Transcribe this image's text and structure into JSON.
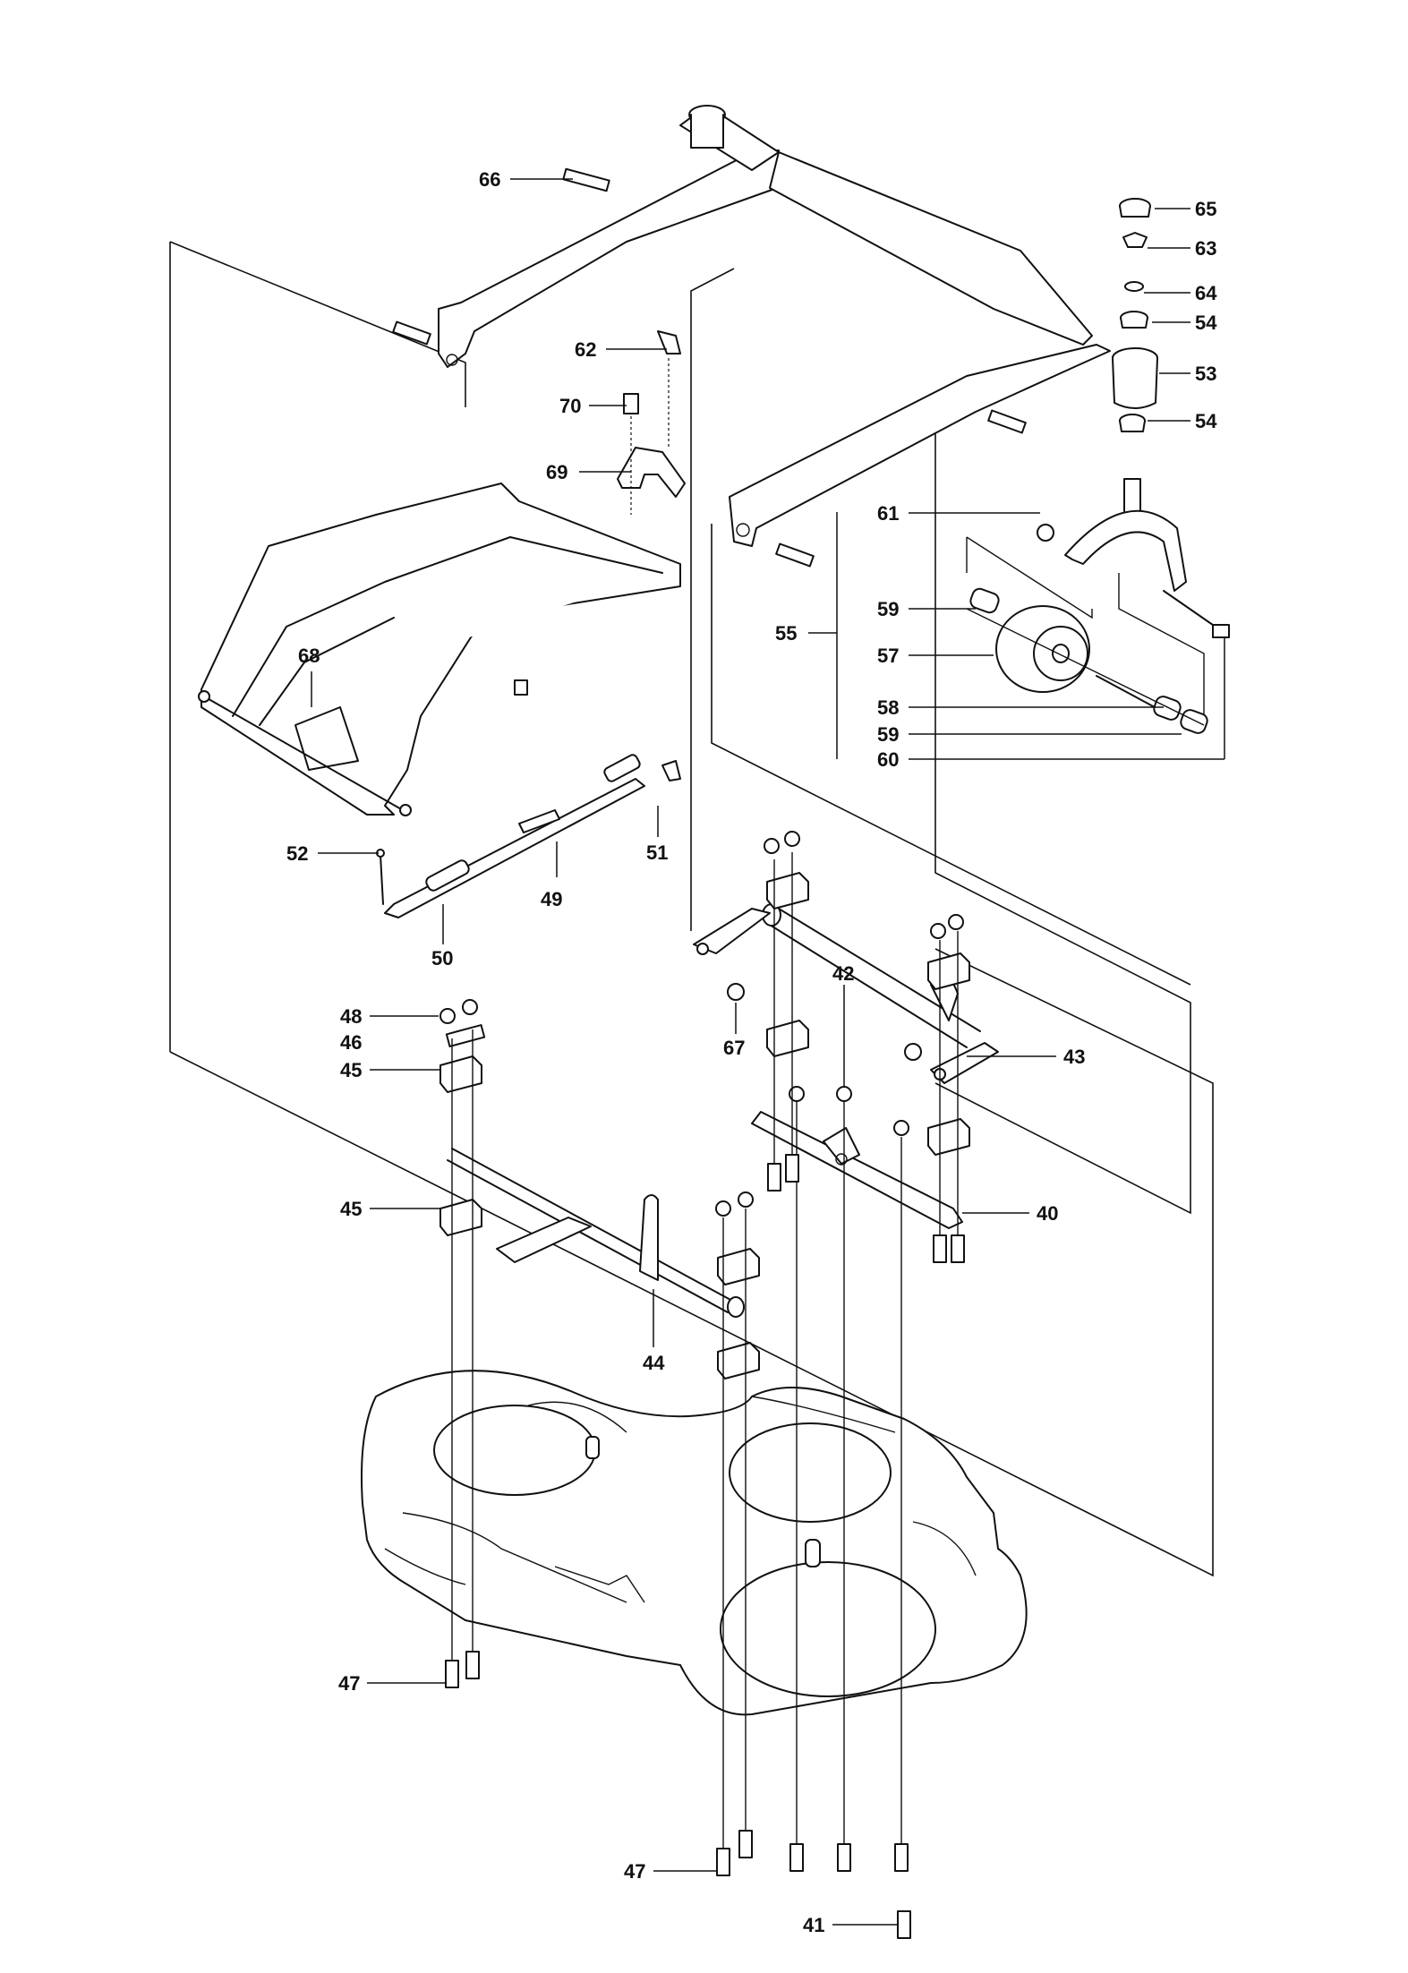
{
  "callouts": [
    {
      "id": "66",
      "label": "66"
    },
    {
      "id": "65",
      "label": "65"
    },
    {
      "id": "63",
      "label": "63"
    },
    {
      "id": "64",
      "label": "64"
    },
    {
      "id": "54a",
      "label": "54"
    },
    {
      "id": "53",
      "label": "53"
    },
    {
      "id": "54b",
      "label": "54"
    },
    {
      "id": "62",
      "label": "62"
    },
    {
      "id": "70",
      "label": "70"
    },
    {
      "id": "69",
      "label": "69"
    },
    {
      "id": "61",
      "label": "61"
    },
    {
      "id": "59a",
      "label": "59"
    },
    {
      "id": "55",
      "label": "55"
    },
    {
      "id": "57",
      "label": "57"
    },
    {
      "id": "58",
      "label": "58"
    },
    {
      "id": "59b",
      "label": "59"
    },
    {
      "id": "60",
      "label": "60"
    },
    {
      "id": "68",
      "label": "68"
    },
    {
      "id": "52",
      "label": "52"
    },
    {
      "id": "51",
      "label": "51"
    },
    {
      "id": "49",
      "label": "49"
    },
    {
      "id": "50",
      "label": "50"
    },
    {
      "id": "48",
      "label": "48"
    },
    {
      "id": "46",
      "label": "46"
    },
    {
      "id": "45a",
      "label": "45"
    },
    {
      "id": "67",
      "label": "67"
    },
    {
      "id": "42",
      "label": "42"
    },
    {
      "id": "43",
      "label": "43"
    },
    {
      "id": "40",
      "label": "40"
    },
    {
      "id": "45b",
      "label": "45"
    },
    {
      "id": "44",
      "label": "44"
    },
    {
      "id": "47a",
      "label": "47"
    },
    {
      "id": "47b",
      "label": "47"
    },
    {
      "id": "41",
      "label": "41"
    }
  ],
  "colors": {
    "line": "#111111",
    "background": "#ffffff"
  }
}
